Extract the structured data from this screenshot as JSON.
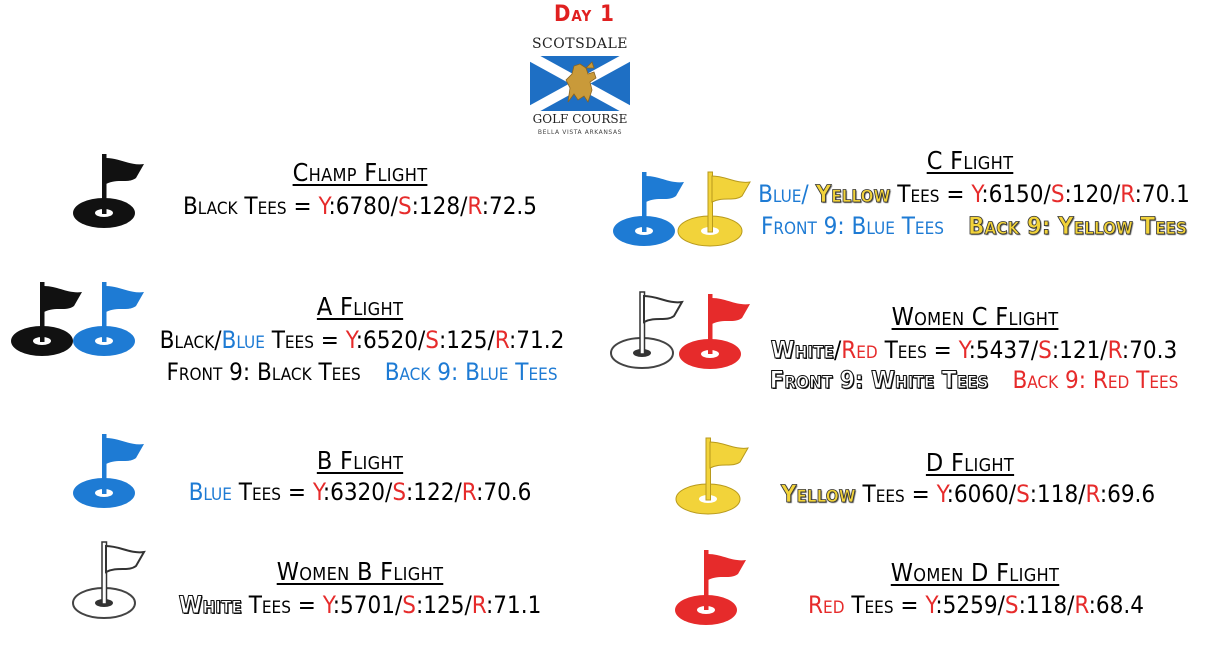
{
  "header": {
    "day": "Day 1",
    "logo_top": "SCOTSDALE",
    "logo_bottom": "GOLF COURSE",
    "logo_sub": "BELLA VISTA ARKANSAS"
  },
  "colors": {
    "black": "#000000",
    "blue": "#1e7bd4",
    "yellow": "#f2d33a",
    "white": "#ffffff",
    "red": "#e62b2b"
  },
  "flights": {
    "champ": {
      "title": "Champ Flight",
      "tees": "Black Tees = ",
      "y_label": "Y",
      "y": ":6780/",
      "s_label": "S",
      "s": ":128/",
      "r_label": "R",
      "r": ":72.5"
    },
    "a": {
      "title": "A Flight",
      "tees_a": "Black/",
      "tees_b": "Blue",
      "tees_c": " Tees = ",
      "y_label": "Y",
      "y": ":6520/",
      "s_label": "S",
      "s": ":125/",
      "r_label": "R",
      "r": ":71.2",
      "front": "Front 9: Black Tees",
      "back": "Back 9: Blue Tees"
    },
    "b": {
      "title": "B Flight",
      "tees_a": "Blue",
      "tees_b": " Tees = ",
      "y_label": "Y",
      "y": ":6320/",
      "s_label": "S",
      "s": ":122/",
      "r_label": "R",
      "r": ":70.6"
    },
    "women_b": {
      "title": "Women B Flight",
      "tees_a": "White",
      "tees_b": "  Tees = ",
      "y_label": "Y",
      "y": ":5701/",
      "s_label": "S",
      "s": ":125/",
      "r_label": "R",
      "r": ":71.1"
    },
    "c": {
      "title": "C Flight",
      "tees_a": "Blue/ ",
      "tees_b": "Yellow",
      "tees_c": "  Tees = ",
      "y_label": "Y",
      "y": ":6150/",
      "s_label": "S",
      "s": ":120/",
      "r_label": "R",
      "r": ":70.1",
      "front": "Front 9: Blue Tees",
      "back": "Back 9: Yellow Tees"
    },
    "women_c": {
      "title": "Women C Flight",
      "tees_a": "White",
      "tees_b": "/",
      "tees_c": "Red",
      "tees_d": " Tees = ",
      "y_label": "Y",
      "y": ":5437/",
      "s_label": "S",
      "s": ":121/",
      "r_label": "R",
      "r": ":70.3",
      "front": "Front 9: White Tees",
      "back": "Back 9: Red Tees"
    },
    "d": {
      "title": "D Flight",
      "tees_a": "Yellow",
      "tees_b": " Tees = ",
      "y_label": "Y",
      "y": ":6060/",
      "s_label": "S",
      "s": ":118/",
      "r_label": "R",
      "r": ":69.6"
    },
    "women_d": {
      "title": "Women D Flight",
      "tees_a": "Red",
      "tees_b": " Tees = ",
      "y_label": "Y",
      "y": ":5259/",
      "s_label": "S",
      "s": ":118/",
      "r_label": "R",
      "r": ":68.4"
    }
  },
  "icons": [
    {
      "name": "black-flag-icon",
      "color": "black"
    },
    {
      "name": "blue-flag-icon",
      "color": "blue"
    },
    {
      "name": "yellow-flag-icon",
      "color": "yellow"
    },
    {
      "name": "white-flag-icon",
      "color": "white"
    },
    {
      "name": "red-flag-icon",
      "color": "red"
    }
  ]
}
